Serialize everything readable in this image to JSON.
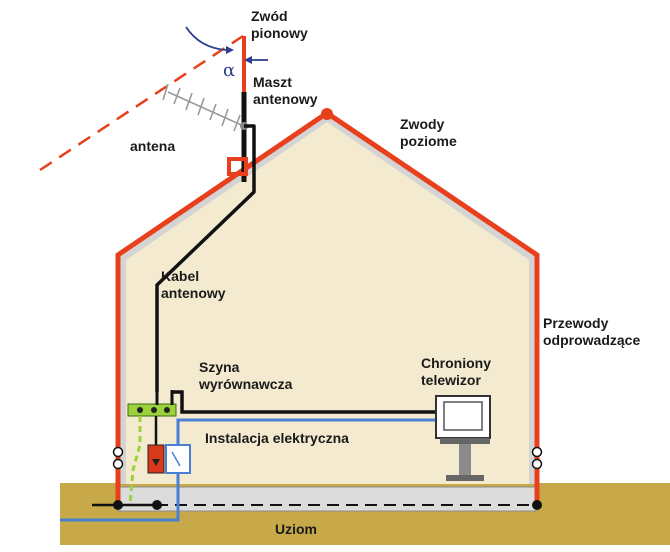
{
  "labels": {
    "vertical_wire": [
      "Zwód",
      "pionowy"
    ],
    "alpha": "α",
    "mast": [
      "Maszt",
      "antenowy"
    ],
    "antenna": "antena",
    "horizontal_wires": [
      "Zwody",
      "poziome"
    ],
    "antenna_cable": [
      "Kabel",
      "antenowy"
    ],
    "equalizing_bar": [
      "Szyna",
      "wyrównawcza"
    ],
    "protected_tv": [
      "Chroniony",
      "telewizor"
    ],
    "down_conductors": [
      "Przewody",
      "odprowadzące"
    ],
    "electrical_installation": "Instalacja elektryczna",
    "earth_electrode": "Uziom"
  },
  "colors": {
    "lightning_wire": "#e8401c",
    "house_wall": "#f4ead0",
    "ground": "#c7a94a",
    "cable": "#111111",
    "power_line": "#4a7fd6",
    "equalizing_bar": "#9bd23c"
  }
}
